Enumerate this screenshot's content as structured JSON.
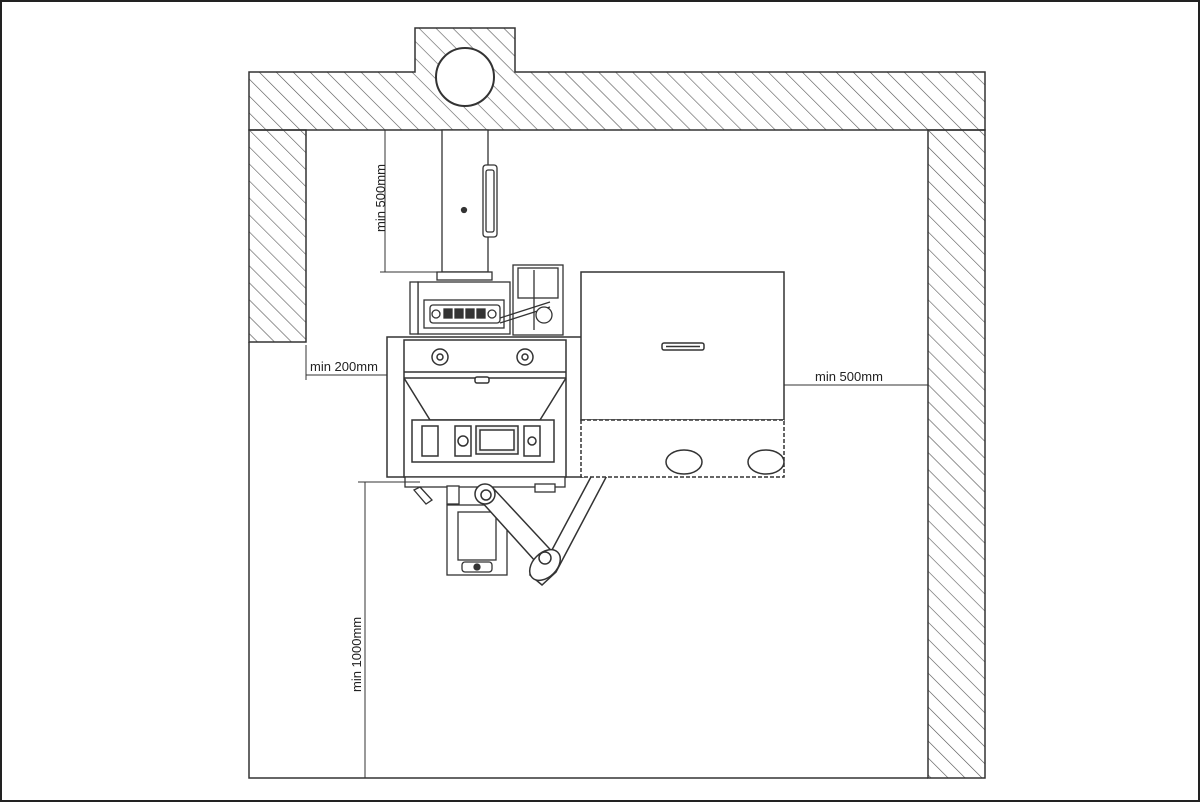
{
  "diagram": {
    "title": "",
    "clearances": {
      "rear": "min 500mm",
      "left": "min 200mm",
      "right": "min 500mm",
      "front": "min 1000mm"
    },
    "colors": {
      "line": "#333333",
      "wall_hatch": "#555555",
      "frame": "#222222",
      "fill": "#ffffff",
      "light_fill": "#f2f2f2"
    }
  }
}
